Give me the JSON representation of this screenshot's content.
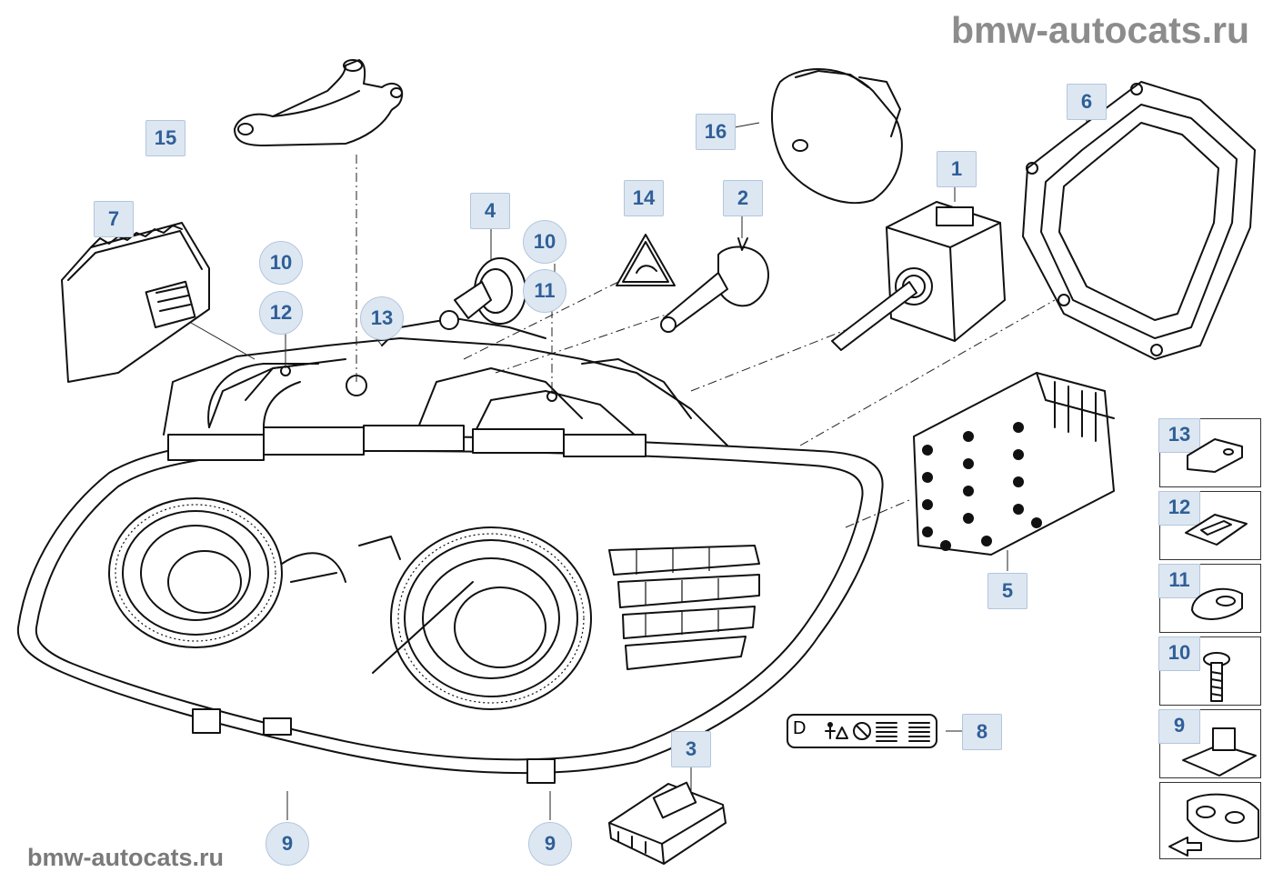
{
  "watermark": {
    "top": "bmw-autocats.ru",
    "bottom": "bmw-autocats.ru"
  },
  "callouts": {
    "c1": "1",
    "c2": "2",
    "c3": "3",
    "c4": "4",
    "c5": "5",
    "c6": "6",
    "c7": "7",
    "c8": "8",
    "c9a": "9",
    "c9b": "9",
    "c10a": "10",
    "c10b": "10",
    "c11": "11",
    "c12": "12",
    "c13": "13",
    "c14": "14",
    "c15": "15",
    "c16": "16"
  },
  "side_panel": {
    "items": [
      "13",
      "12",
      "11",
      "10",
      "9"
    ]
  },
  "label_8_symbols": "D"
}
